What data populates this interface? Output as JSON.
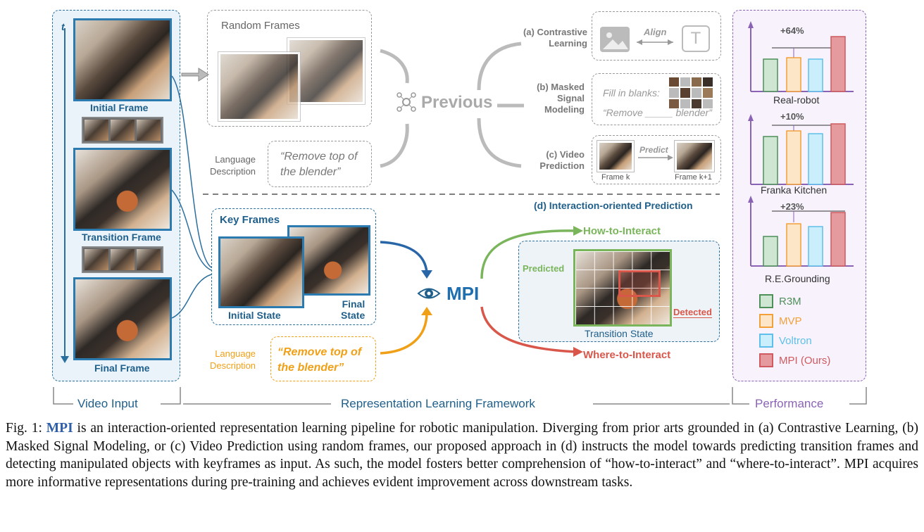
{
  "video_input": {
    "time_axis_label": "t",
    "initial_frame": "Initial Frame",
    "transition_frame": "Transition Frame",
    "final_frame": "Final Frame"
  },
  "previous": {
    "random_frames": "Random Frames",
    "language_description": "Language\nDescription",
    "language_quote": "“Remove top of\nthe blender”",
    "title": "Previous",
    "contrastive": "(a) Contrastive\nLearning",
    "align": "Align",
    "text_icon_letter": "T",
    "masked": "(b) Masked\nSignal\nModeling",
    "fill_in": "Fill in blanks:",
    "remove_blank": "“Remove _____ blender”",
    "video_prediction": "(c) Video\nPrediction",
    "predict": "Predict",
    "frame_k": "Frame k",
    "frame_k1": "Frame k+1"
  },
  "interaction": {
    "section_title": "(d) Interaction-oriented Prediction",
    "key_frames": "Key Frames",
    "initial_state": "Initial State",
    "final_state": "Final\nState",
    "language_description": "Language\nDescription",
    "language_quote": "“Remove top of\nthe blender”",
    "mpi_label": "MPI",
    "how_to_interact": "How-to-Interact",
    "where_to_interact": "Where-to-Interact",
    "predicted": "Predicted",
    "detected": "Detected",
    "transition_state": "Transition State"
  },
  "performance": {
    "charts": [
      {
        "name": "Real-robot",
        "delta": "+64%"
      },
      {
        "name": "Franka Kitchen",
        "delta": "+10%"
      },
      {
        "name": "R.E.Grounding",
        "delta": "+23%"
      }
    ],
    "legend": [
      "R3M",
      "MVP",
      "Voltron",
      "MPI (Ours)"
    ]
  },
  "colors": {
    "r3m": "#4f8f5a",
    "mvp": "#f2a03a",
    "voltron": "#5ec0ea",
    "mpi": "#cf5a5f",
    "accent_blue": "#1f5f8b",
    "purple": "#8b63b5",
    "green_arrow": "#7ab55c",
    "red_arrow": "#d9574a",
    "orange": "#f0a017"
  },
  "bottom_labels": {
    "video_input": "Video Input",
    "framework": "Representation Learning Framework",
    "performance": "Performance"
  },
  "caption": {
    "prefix": "Fig. 1: ",
    "mpi": "MPI",
    "body": " is an interaction-oriented representation learning pipeline for robotic manipulation. Diverging from prior arts grounded in (a) Contrastive Learning, (b) Masked Signal Modeling, or (c) Video Prediction using random frames, our proposed approach in (d) instructs the model towards predicting transition frames and detecting manipulated objects with keyframes as input. As such, the model fosters better comprehension of “how-to-interact” and “where-to-interact”. MPI acquires more informative representations during pre-training and achieves evident improvement across downstream tasks."
  }
}
